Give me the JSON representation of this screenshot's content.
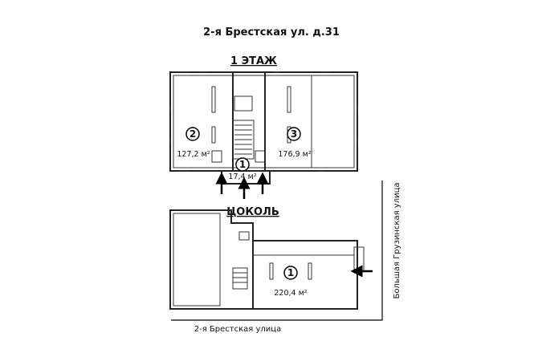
{
  "title": "2-я Брестская ул. д.31",
  "floors": {
    "first": {
      "label": "1 ЭТАЖ",
      "rooms": [
        {
          "number": "2",
          "area": "127,2 м²"
        },
        {
          "number": "3",
          "area": "176,9 м²"
        },
        {
          "number": "1",
          "area": "17,4 м²"
        }
      ]
    },
    "basement": {
      "label": "ЦОКОЛЬ",
      "rooms": [
        {
          "number": "1",
          "area": "220,4 м²"
        }
      ]
    }
  },
  "streets": {
    "bottom": "2-я Брестская улица",
    "right": "Большая Грузинская улица"
  }
}
